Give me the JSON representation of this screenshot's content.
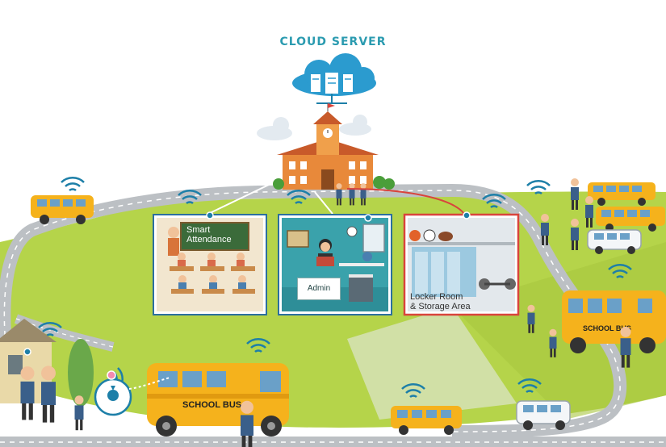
{
  "header": {
    "title": "CLOUD SERVER"
  },
  "panels": [
    {
      "id": "smart-attendance",
      "lines": [
        "Smart",
        "Attendance"
      ]
    },
    {
      "id": "admin",
      "label": "Admin"
    },
    {
      "id": "locker",
      "lines": [
        "Locker Room",
        "& Storage Area"
      ]
    }
  ],
  "buses": {
    "front_label": "SCHOOL BUS",
    "right_label": "SCHOOL BUS"
  },
  "colors": {
    "accent_teal": "#2b9bb0",
    "grass": "#b5d44a",
    "road": "#bcc0c4",
    "bus_yellow": "#f5b21c",
    "signal_blue": "#1d7fa8",
    "locker_border": "#d9443c"
  }
}
